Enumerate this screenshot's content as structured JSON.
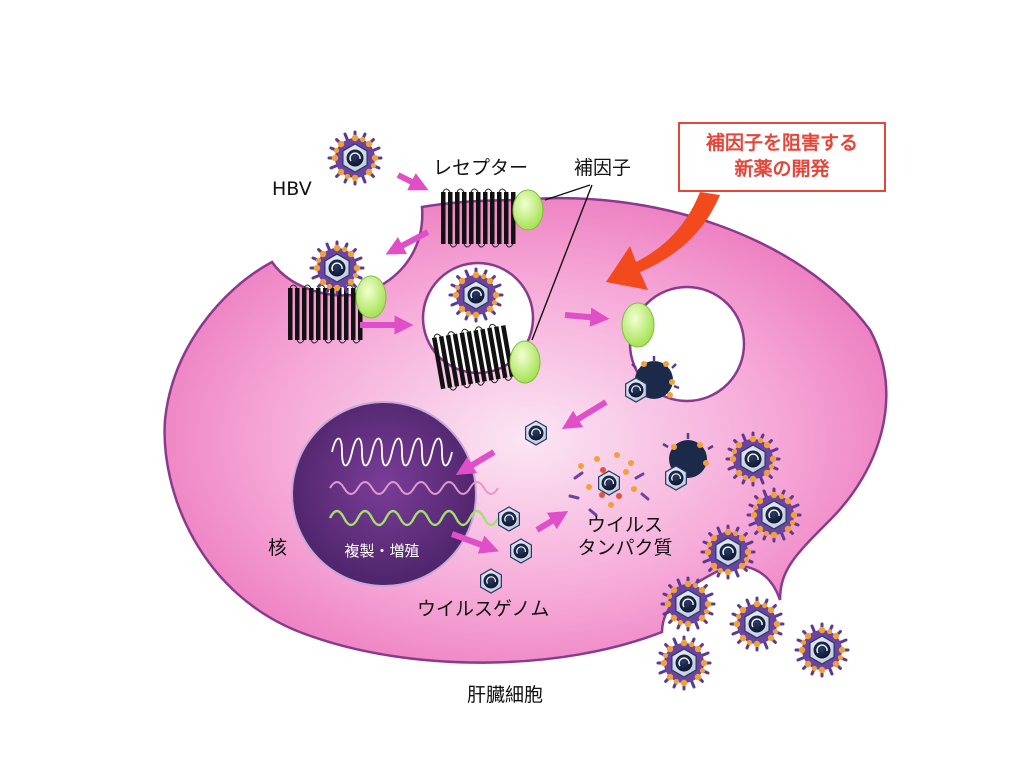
{
  "labels": {
    "hbv": "HBV",
    "receptor": "レセプター",
    "cofactor": "補因子",
    "callout_line1": "補因子を阻害する",
    "callout_line2": "新薬の開発",
    "nucleus": "核",
    "replication": "複製・増殖",
    "viral_protein_line1": "ウイルス",
    "viral_protein_line2": "タンパク質",
    "viral_genome": "ウイルスゲノム",
    "hepatocyte": "肝臓細胞"
  },
  "colors": {
    "cell_fill": "#f07fc0",
    "cell_stroke": "#8a3a8c",
    "nucleus_fill": "#5a2a78",
    "arrow": "#e04ec8",
    "callout": "#e5463a",
    "cofactor": "#b8ec6a",
    "virus_spike": "#5b3a8f",
    "virus_dot": "#f2a13a",
    "virus_core": "#1c2a4a"
  }
}
